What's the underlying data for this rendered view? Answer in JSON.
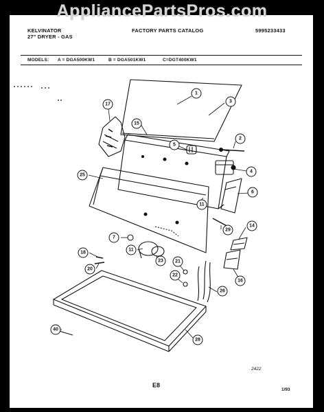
{
  "watermark": "AppliancePartsPros.com",
  "header": {
    "brand": "KELVINATOR",
    "product": "27\" DRYER - GAS",
    "catalog": "FACTORY PARTS CATALOG",
    "part_number": "5995233433"
  },
  "models": {
    "label": "MODELS:",
    "a": "A = DGA500KW1",
    "b": "B = DGA501KW1",
    "c": "C=DGT400KW1"
  },
  "callouts": [
    "1",
    "2",
    "3",
    "4",
    "5",
    "6",
    "7",
    "11",
    "11",
    "14",
    "15",
    "16",
    "17",
    "18",
    "20",
    "21",
    "22",
    "23",
    "25",
    "26",
    "28",
    "29",
    "40"
  ],
  "footer": {
    "drawing_id": "2422",
    "page": "E8",
    "date": "1/93"
  }
}
